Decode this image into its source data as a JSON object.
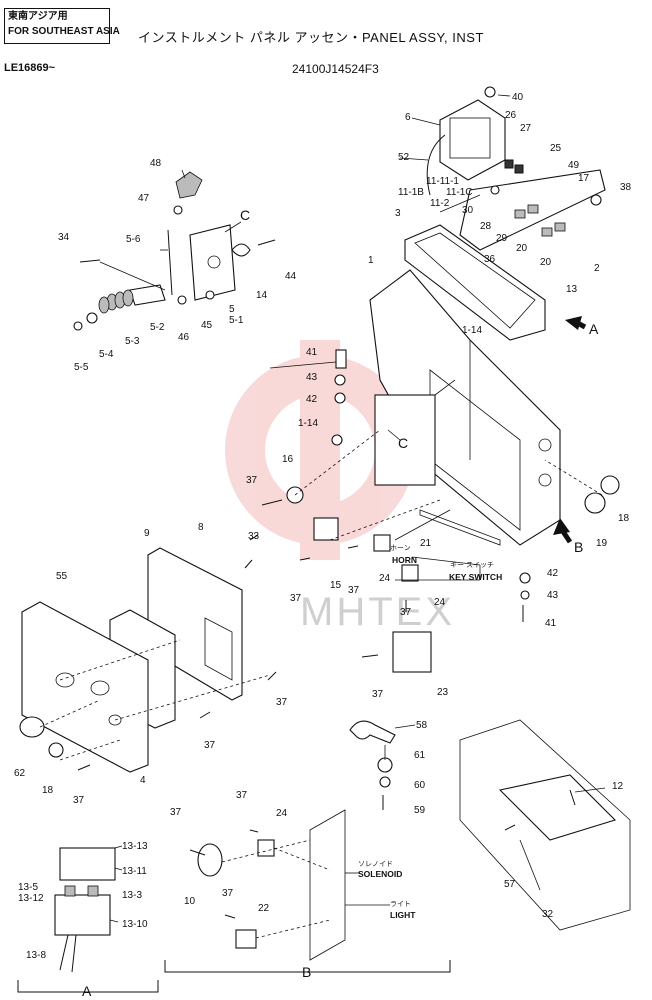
{
  "header": {
    "region_line1": "東南アジア用",
    "region_line2": "FOR SOUTHEAST ASIA",
    "title": "インストルメント パネル アッセン・PANEL ASSY, INST",
    "serial": "LE16869~",
    "part_number": "24100J14524F3"
  },
  "labels": {
    "horn_jp": "ホーン",
    "horn": "HORN",
    "keyswitch_jp": "キー スイッチ",
    "keyswitch": "KEY SWITCH",
    "solenoid_jp": "ソレノイド",
    "solenoid": "SOLENOID",
    "light_jp": "ライト",
    "light": "LIGHT",
    "view_a": "A",
    "view_b": "B",
    "detail_a": "A",
    "detail_b": "B",
    "section_c": "C",
    "section_c2": "C",
    "watermark": "MHTEX"
  },
  "callouts": {
    "c40": "40",
    "c6": "6",
    "c26": "26",
    "c27": "27",
    "c52": "52",
    "c25": "25",
    "c49": "49",
    "c17": "17",
    "c11_11_1": "11-11-1",
    "c11_1b": "11-1B",
    "c11_1c": "11-1C",
    "c11_2": "11-2",
    "c38": "38",
    "c30": "30",
    "c28": "28",
    "c29": "29",
    "c20a": "20",
    "c20b": "20",
    "c2": "2",
    "c3": "3",
    "c36": "36",
    "c13": "13",
    "c1": "1",
    "c1_14a": "1-14",
    "c48": "48",
    "c47": "47",
    "c34": "34",
    "c5_6": "5-6",
    "c14": "14",
    "c44": "44",
    "c5_2": "5-2",
    "c46": "46",
    "c45": "45",
    "c5": "5",
    "c5_1": "5-1",
    "c5_3": "5-3",
    "c5_4": "5-4",
    "c5_5": "5-5",
    "c41a": "41",
    "c43a": "43",
    "c42a": "42",
    "c1_14b": "1-14",
    "c16": "16",
    "c37a": "37",
    "c18a": "18",
    "c19": "19",
    "c21": "21",
    "c9": "9",
    "c8": "8",
    "c33": "33",
    "c37b": "37",
    "c15": "15",
    "c37c": "37",
    "c24a": "24",
    "c24b": "24",
    "c42b": "42",
    "c43b": "43",
    "c41b": "41",
    "c37d": "37",
    "c55": "55",
    "c37e": "37",
    "c23": "23",
    "c37f": "37",
    "c37g": "37",
    "c62": "62",
    "c18b": "18",
    "c4": "4",
    "c37h": "37",
    "c58": "58",
    "c61": "61",
    "c60": "60",
    "c59": "59",
    "c12": "12",
    "c57": "57",
    "c32": "32",
    "c13_13": "13-13",
    "c13_11": "13-11",
    "c13_5": "13-5",
    "c13_12": "13-12",
    "c13_3": "13-3",
    "c13_10": "13-10",
    "c13_8": "13-8",
    "c37i": "37",
    "c37j": "37",
    "c24c": "24",
    "c10": "10",
    "c37k": "37",
    "c22": "22"
  }
}
